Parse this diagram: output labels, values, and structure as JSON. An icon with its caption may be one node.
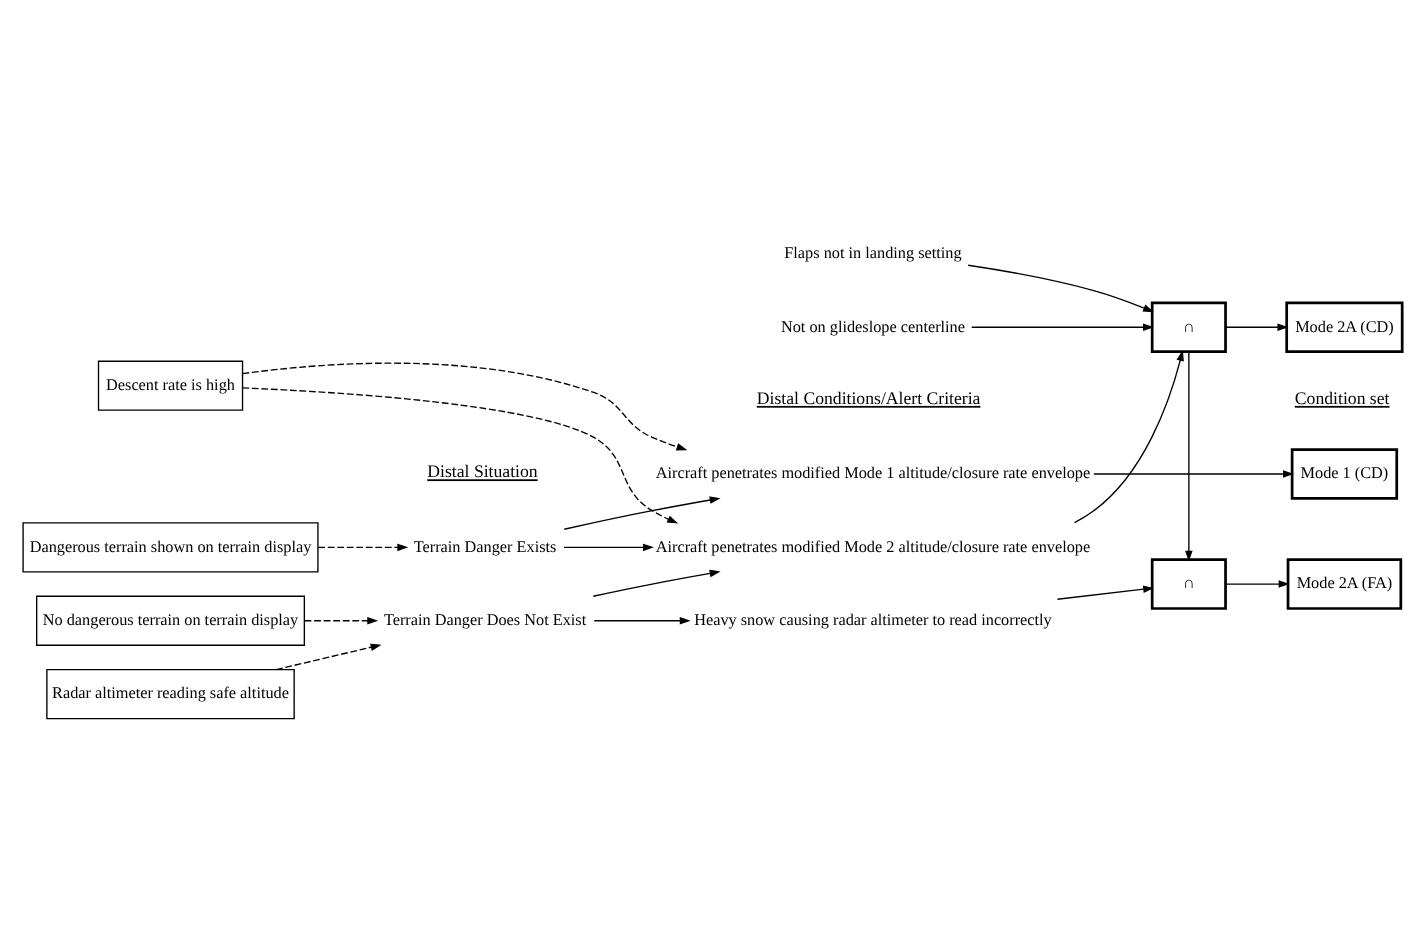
{
  "diagram": {
    "nodes": [
      {
        "text": [
          "Terrain Danger Exists"
        ]
      },
      {
        "text": [
          "Terrain Danger Does Not Exist"
        ]
      },
      {
        "text": [
          "Aircraft penetrates modified Mode 1 altitude/closure rate envelope"
        ]
      },
      {
        "text": [
          "Flaps not in landing setting"
        ]
      },
      {
        "text": [
          "Not on glideslope centerline"
        ]
      },
      {
        "text": [
          "Aircraft penetrates modified Mode 2 altitude/closure rate envelope"
        ]
      },
      {
        "text": [
          "Heavy snow causing radar altimeter to read incorrectly"
        ]
      },
      {
        "text": [
          "∩"
        ]
      },
      {
        "text": [
          "∩"
        ]
      },
      {
        "text": [
          "Mode 1 (CD)"
        ]
      },
      {
        "text": [
          "Mode 2A (CD)"
        ]
      },
      {
        "text": [
          "Mode 2A (FA)"
        ]
      },
      {
        "text": [
          "Dangerous terrain shown on terrain display"
        ]
      },
      {
        "text": [
          "No dangerous terrain on terrain display"
        ]
      },
      {
        "text": [
          "Radar altimeter reading safe altitude"
        ]
      },
      {
        "text": [
          "Descent rate is high"
        ]
      }
    ],
    "edges": [
      {
        "from": 0,
        "to": 2,
        "arrow": "to"
      },
      {
        "from": 0,
        "to": 5,
        "arrow": "to"
      },
      {
        "from": 1,
        "to": 5,
        "arrow": "to"
      },
      {
        "from": 1,
        "to": 6,
        "arrow": "to"
      },
      {
        "from": 2,
        "to": 9,
        "arrow": "to"
      },
      {
        "from": 3,
        "to": 7,
        "arrow": "to"
      },
      {
        "from": 4,
        "to": 7,
        "arrow": "to"
      },
      {
        "from": 5,
        "to": 7,
        "arrow": "to"
      },
      {
        "from": 7,
        "to": 10,
        "arrow": "to"
      },
      {
        "from": 7,
        "to": 8,
        "arrow": "to"
      },
      {
        "from": 6,
        "to": 8,
        "arrow": "to"
      },
      {
        "from": 8,
        "to": 11,
        "arrow": "to"
      },
      {
        "from": 12,
        "to": 0,
        "arrow": "to",
        "style": "dashed"
      },
      {
        "from": 13,
        "to": 1,
        "arrow": "to",
        "style": "dashed"
      },
      {
        "from": 14,
        "to": 1,
        "arrow": "to",
        "style": "dashed"
      },
      {
        "from": 15,
        "to": 2,
        "arrow": "to",
        "style": "dashed"
      },
      {
        "from": 15,
        "to": 5,
        "arrow": "to",
        "style": "dashed"
      }
    ],
    "labels": [
      "Distal Situation",
      "Distal Conditions/Alert Criteria",
      "Condition set"
    ]
  }
}
